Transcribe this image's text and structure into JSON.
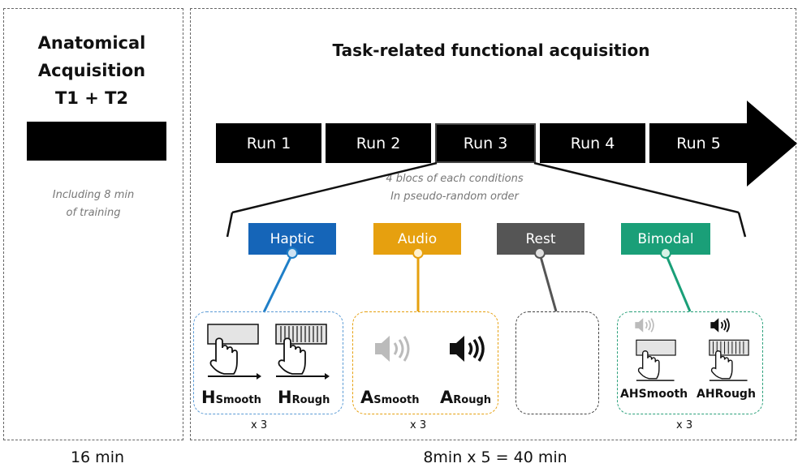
{
  "anatomical": {
    "title_lines": [
      "Anatomical",
      "Acquisition",
      "T1 + T2"
    ],
    "note_lines": [
      "Including 8 min",
      "of training"
    ],
    "duration": "16 min"
  },
  "functional": {
    "title": "Task-related functional acquisition",
    "runs": [
      "Run 1",
      "Run 2",
      "Run 3",
      "Run 4",
      "Run 5"
    ],
    "bloc_note_lines": [
      "4 blocs of each conditions",
      "In pseudo-random order"
    ],
    "duration": "8min x 5 = 40 min"
  },
  "conditions": [
    {
      "label": "Haptic",
      "color": "#1565b8",
      "group_color": "#5b9bd5",
      "repeat": "x 3",
      "stimuli": [
        {
          "main": "H",
          "sub": "Smooth"
        },
        {
          "main": "H",
          "sub": "Rough"
        }
      ]
    },
    {
      "label": "Audio",
      "color": "#e6a00f",
      "group_color": "#e6a00f",
      "repeat": "x 3",
      "stimuli": [
        {
          "main": "A",
          "sub": "Smooth"
        },
        {
          "main": "A",
          "sub": "Rough"
        }
      ]
    },
    {
      "label": "Rest",
      "color": "#555555",
      "group_color": "#444444",
      "repeat": "",
      "stimuli": []
    },
    {
      "label": "Bimodal",
      "color": "#1a9f78",
      "group_color": "#2aa07a",
      "repeat": "x 3",
      "stimuli": [
        {
          "main": "AH",
          "sub": "Smooth"
        },
        {
          "main": "AH",
          "sub": "Rough"
        }
      ]
    }
  ]
}
